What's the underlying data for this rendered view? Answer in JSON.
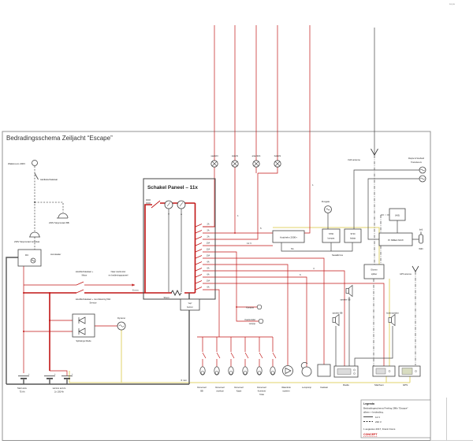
{
  "meta": {
    "corner_note": "kopie"
  },
  "title": "Bedradingsschema Zeiljacht “Escape”",
  "colors": {
    "wire_12v": "#c11616",
    "wire_230v": "#555555",
    "wire_aux": "#e0d36b",
    "stamp": "#cc1111"
  },
  "shore": {
    "inlet": "Walstroom 230V",
    "rcd": "Aardlekschakelaar",
    "outlet_bb": "230V Stopcontact BB",
    "outlet_accu": "230V Stopcontact Accubak"
  },
  "charger": {
    "name": "Acculader",
    "mode": "DC"
  },
  "left": {
    "sw1_l1": "Hoofdschakelaar +",
    "sw1_l2": "Motor",
    "starter_l1": "Naar startmotor",
    "starter_l2": "en bedieningspaneel",
    "sw2_l1": "Hoofdschakelaar + met Zekering 50A",
    "sw2_l2": "Service",
    "diode": "Splitsings Diode",
    "dynamo": "Dynamo",
    "gauge": "6 mm"
  },
  "batteries": {
    "start_l1": "Start accu",
    "start_l2": "75 Ah",
    "service_l1": "service accu's",
    "service_l2": "2x 105 Ah",
    "plus": "+"
  },
  "panel": {
    "title": "Schakel Paneel – 11x",
    "volt": "V",
    "amp": "A",
    "shunt": "Shunt",
    "fuses": [
      "2A",
      "2A",
      "2A",
      "10A",
      "12A",
      "10A",
      "6A",
      "6A",
      "6A",
      "10A",
      "6A"
    ],
    "monitor_l1": "’nep’",
    "monitor_l2": "buzzer"
  },
  "mast": {
    "lights": [
      "vaarlicht",
      "toplicht",
      "ankerlicht",
      "heklicht"
    ],
    "w1a": "1",
    "w1b": "1",
    "w5": "5"
  },
  "instruments": {
    "fluxgate": "Fluxgate",
    "autohelm": "Autohelm 2000+",
    "fuse": "5A",
    "v12": "12 V",
    "st60_l1": "ST60",
    "st60_l2": "kompas",
    "st40_l1": "ST40",
    "st40_l2": "bidata",
    "seatalk": "Seatalk bus"
  },
  "comms": {
    "vhf": "VHF antenne",
    "trans_l1": "Diepte & Snelheid",
    "trans_l2": "Transducers",
    "ais": "(AIS)",
    "mux": "Pi NMEA MUX",
    "wifi": "WiFi",
    "tel": "(tel)",
    "gps_ant": "GPS antenne",
    "splitter_l1": "Glomex",
    "splitter_l2": "splitter"
  },
  "audio": {
    "sb": "speaker SB",
    "bb": "speaker BB",
    "outdoor": "buitenspeaker"
  },
  "chartlamps": {
    "kompas": "Kompas",
    "kaart_l1": "Kaartentafel",
    "kaart_l2": "Lampje"
  },
  "wires": {
    "w4": "4",
    "w6": "6"
  },
  "bottom": {
    "groups": [
      [
        "binnenverl",
        "BB"
      ],
      [
        "binnenverl",
        "voorkooi"
      ],
      [
        "binnenverl",
        "Kajuit"
      ],
      [
        "binnenverl",
        "Kombuis/",
        "Toilet"
      ]
    ],
    "water_l1": "Waterdruk",
    "water_l2": "systeem",
    "lens": "Lenspomp",
    "koelkast": "Koelkast",
    "radio": "Radio",
    "marifoon": "Marifoon",
    "gps": "GPS"
  },
  "legend": {
    "title": "Legenda",
    "line1": "Bedradingsschema Feeling 286s “Escape”",
    "line2": "alleen + bedrading.",
    "solid": "12 V",
    "dashed": "230 V",
    "date": "1 augustus 2017, Frank Ooms",
    "stamp": "CONCEPT"
  }
}
